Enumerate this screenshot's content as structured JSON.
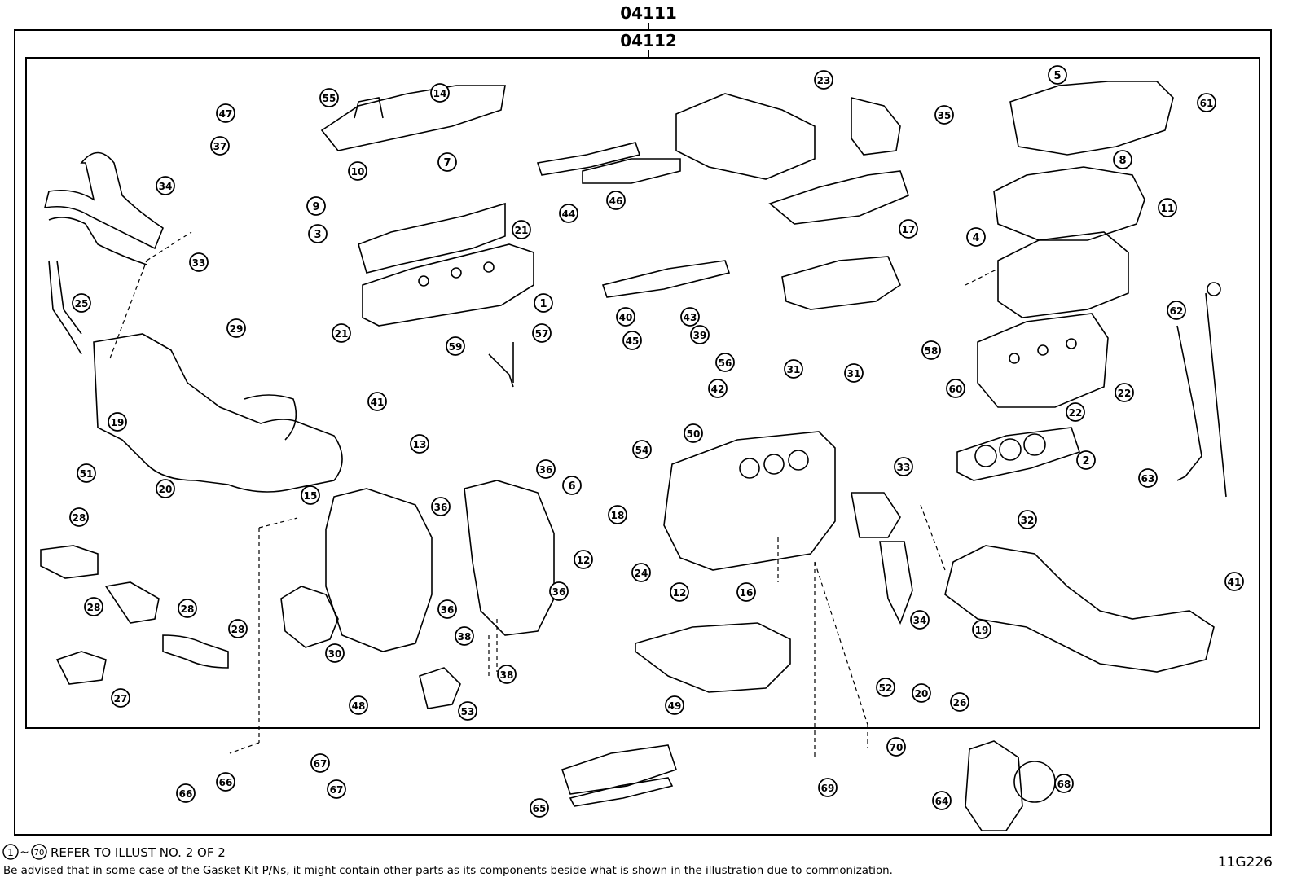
{
  "header": {
    "outer_kit": "04111",
    "inner_kit": "04112"
  },
  "callouts": [
    "1",
    "2",
    "3",
    "4",
    "5",
    "6",
    "7",
    "8",
    "9",
    "10",
    "11",
    "12",
    "12",
    "13",
    "14",
    "15",
    "16",
    "17",
    "18",
    "19",
    "19",
    "20",
    "20",
    "21",
    "21",
    "22",
    "22",
    "23",
    "24",
    "25",
    "26",
    "27",
    "28",
    "28",
    "28",
    "28",
    "29",
    "30",
    "31",
    "31",
    "32",
    "33",
    "33",
    "34",
    "34",
    "35",
    "36",
    "36",
    "36",
    "36",
    "37",
    "38",
    "38",
    "39",
    "40",
    "41",
    "41",
    "42",
    "43",
    "44",
    "45",
    "46",
    "47",
    "48",
    "49",
    "50",
    "51",
    "52",
    "53",
    "54",
    "55",
    "56",
    "57",
    "58",
    "59",
    "60",
    "61",
    "62",
    "63",
    "64",
    "65",
    "66",
    "66",
    "67",
    "67",
    "68",
    "69",
    "70"
  ],
  "footer": {
    "range_start": "1",
    "range_tilde": "~",
    "range_end": "70",
    "refer_text": "REFER TO ILLUST NO. 2 OF 2",
    "disclaimer": "Be advised that in some case of the Gasket Kit P/Ns,  it might contain other parts as its components beside what is shown in the illustration due to commonization.",
    "illustration_id": "11G226"
  }
}
